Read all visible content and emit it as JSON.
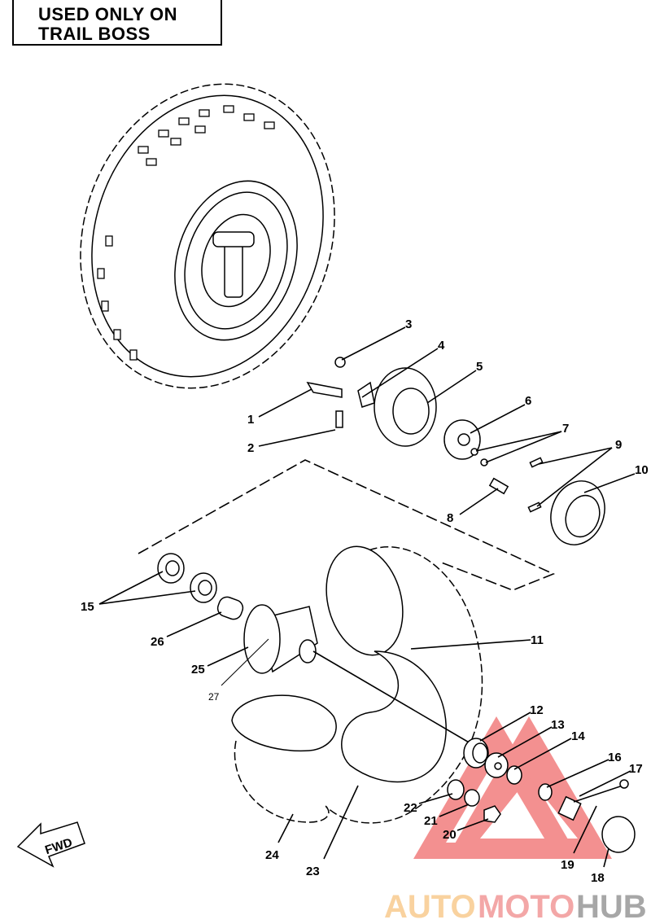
{
  "header": {
    "line1": "USED ONLY ON",
    "line2": "TRAIL BOSS"
  },
  "fwd_label": "FWD",
  "callouts": [
    "1",
    "2",
    "3",
    "4",
    "5",
    "6",
    "7",
    "8",
    "9",
    "10",
    "11",
    "12",
    "13",
    "14",
    "15",
    "16",
    "17",
    "18",
    "19",
    "20",
    "21",
    "22",
    "23",
    "24",
    "25",
    "26",
    "27"
  ],
  "watermark": {
    "part1": "AUTO",
    "part2": "MOTO",
    "part3": "HUB",
    "colors": {
      "auto": "#f7c480",
      "moto": "#f08a8a",
      "hub": "#8a8a8a",
      "triangle": "#f06b6b"
    }
  }
}
